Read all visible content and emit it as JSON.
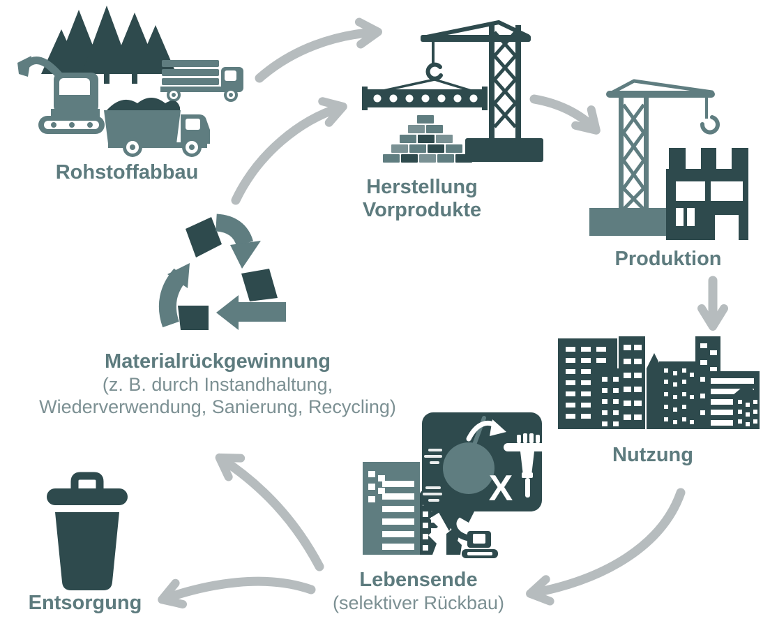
{
  "nodes": {
    "rohstoffabbau": {
      "label": "Rohstoffabbau"
    },
    "herstellung_vorprodukte": {
      "label_line1": "Herstellung",
      "label_line2": "Vorprodukte"
    },
    "produktion": {
      "label": "Produktion"
    },
    "nutzung": {
      "label": "Nutzung"
    },
    "lebensende": {
      "label": "Lebensende",
      "sublabel": "(selektiver Rückbau)",
      "no_wrecking_ball_label": "X"
    },
    "entsorgung": {
      "label": "Entsorgung"
    },
    "materialrueckgewinnung": {
      "label": "Materialrückgewinnung",
      "sublabel_line1": "(z. B. durch Instandhaltung,",
      "sublabel_line2": "Wiederverwendung, Sanierung, Recycling)"
    }
  },
  "icons": [
    "forest-icon",
    "logging-truck-icon",
    "excavator-icon",
    "dump-truck-icon",
    "tower-crane-beam-icon",
    "bricks-icon",
    "construction-crane-icon",
    "building-shell-icon",
    "city-skyline-icon",
    "demolition-building-icon",
    "demolition-excavator-icon",
    "speech-bubble",
    "wrecking-ball-icon",
    "replacement-arrow-icon",
    "jackhammer-icon",
    "trash-can-icon",
    "recycling-symbol-icon"
  ],
  "colors": {
    "dark_teal": "#2E4A4D",
    "medium_teal": "#5F7D80",
    "brick_light": "#7A9194",
    "label_text": "#5D7B7E",
    "sublabel_text": "#7C9093",
    "arrow_gray": "#B6BCBE",
    "background": "#FFFFFF"
  }
}
